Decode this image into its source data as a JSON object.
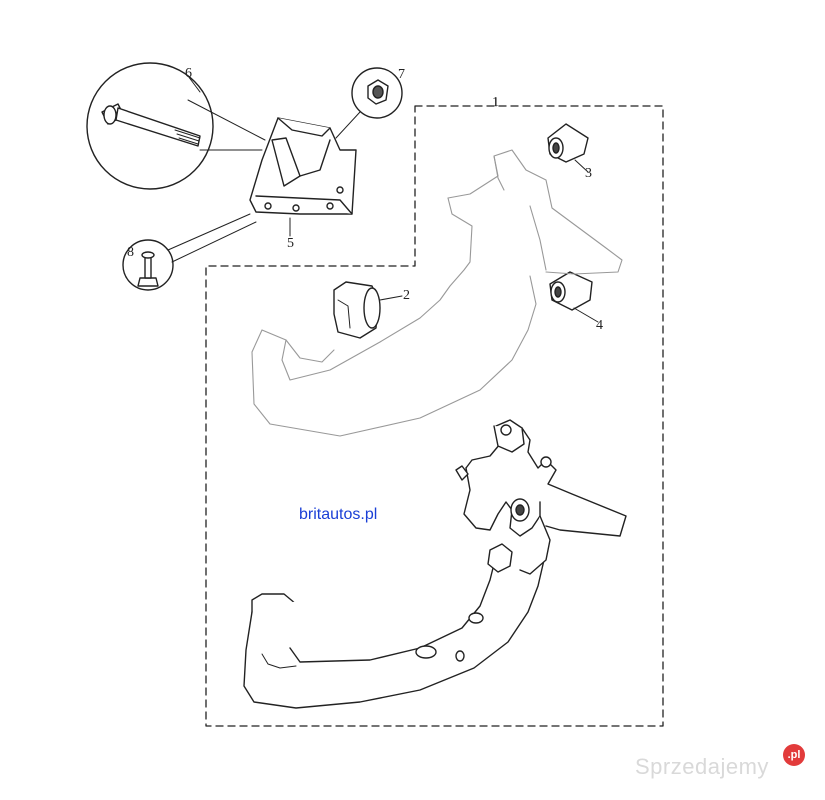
{
  "callouts": {
    "c1": "1",
    "c2": "2",
    "c3": "3",
    "c4": "4",
    "c5": "5",
    "c6": "6",
    "c7": "7",
    "c8": "8"
  },
  "site_label": "britautos.pl",
  "watermark": {
    "text": "Sprzedajemy",
    "badge": ".pl"
  },
  "colors": {
    "line": "#222222",
    "site_label": "#1a3fd6",
    "watermark": "#d9d9d9",
    "badge": "#e23b3b"
  }
}
